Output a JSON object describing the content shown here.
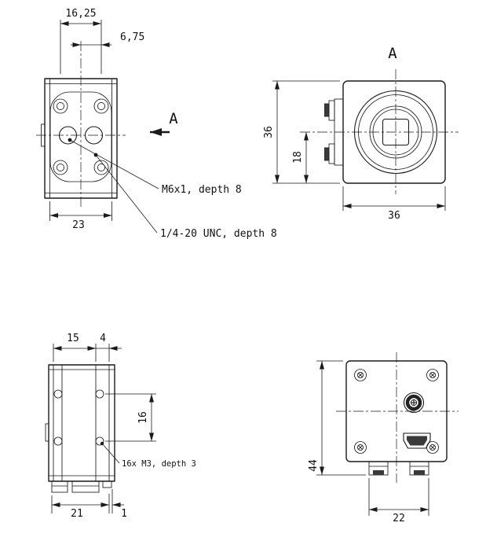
{
  "page": {
    "background": "#ffffff",
    "line_color": "#1a1a1a"
  },
  "views": {
    "side_top": {
      "dims": {
        "hole_span": "16,25",
        "hole_offset": "6,75",
        "body_width": "23"
      },
      "view_arrow": "A",
      "callouts": {
        "center_thread": "M6x1, depth 8",
        "tripod_thread": "1/4-20 UNC, depth 8"
      }
    },
    "front": {
      "label": "A",
      "dims": {
        "height": "36",
        "center_height": "18",
        "width": "36"
      }
    },
    "side_bottom": {
      "dims": {
        "front_section": "15",
        "rear_section": "4",
        "hole_pitch": "16",
        "base_width": "21",
        "rear_offset": "1"
      },
      "callout": "16x M3, depth 3"
    },
    "rear": {
      "dims": {
        "height": "44",
        "foot_width": "22"
      }
    }
  }
}
